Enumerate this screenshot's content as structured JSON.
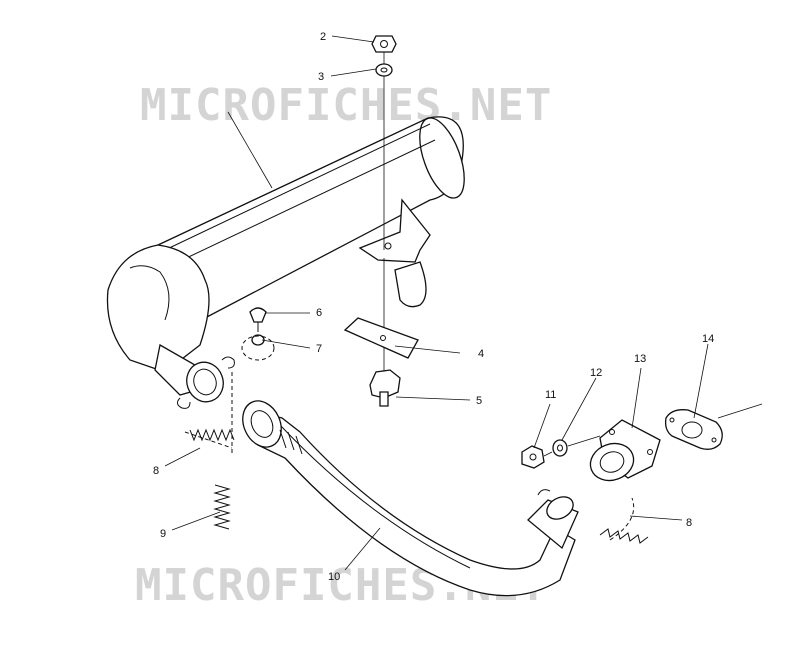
{
  "watermark": {
    "top_text": "MICROFICHES.NET",
    "bottom_text": "MICROFICHES.NET"
  },
  "callouts": [
    {
      "id": "c2",
      "number": "2"
    },
    {
      "id": "c3",
      "number": "3"
    },
    {
      "id": "c4",
      "number": "4"
    },
    {
      "id": "c5",
      "number": "5"
    },
    {
      "id": "c6",
      "number": "6"
    },
    {
      "id": "c7",
      "number": "7"
    },
    {
      "id": "c8a",
      "number": "8"
    },
    {
      "id": "c8b",
      "number": "8"
    },
    {
      "id": "c9",
      "number": "9"
    },
    {
      "id": "c10",
      "number": "10"
    },
    {
      "id": "c11",
      "number": "11"
    },
    {
      "id": "c12",
      "number": "12"
    },
    {
      "id": "c13",
      "number": "13"
    },
    {
      "id": "c14",
      "number": "14"
    }
  ]
}
